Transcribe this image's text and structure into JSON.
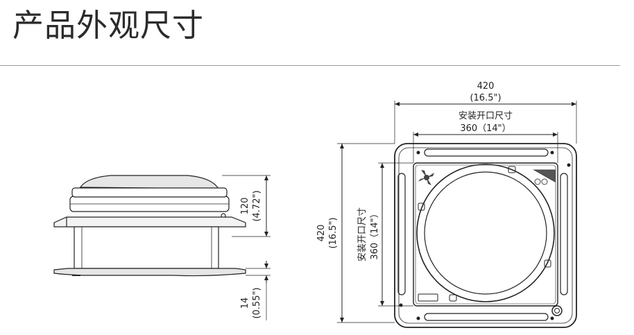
{
  "title": "产品外观尺寸",
  "side_view": {
    "height_mm": "120",
    "height_in": "(4.72\")",
    "flange_mm": "14",
    "flange_in": "(0.55\")"
  },
  "top_view": {
    "width_mm": "420",
    "width_in": "(16.5\")",
    "opening_label": "安装开口尺寸",
    "opening_width": "360（14\"）",
    "height_mm": "420",
    "height_in": "(16.5\")",
    "opening_label_v": "安装开口尺寸",
    "opening_height": "360（14\"）"
  }
}
